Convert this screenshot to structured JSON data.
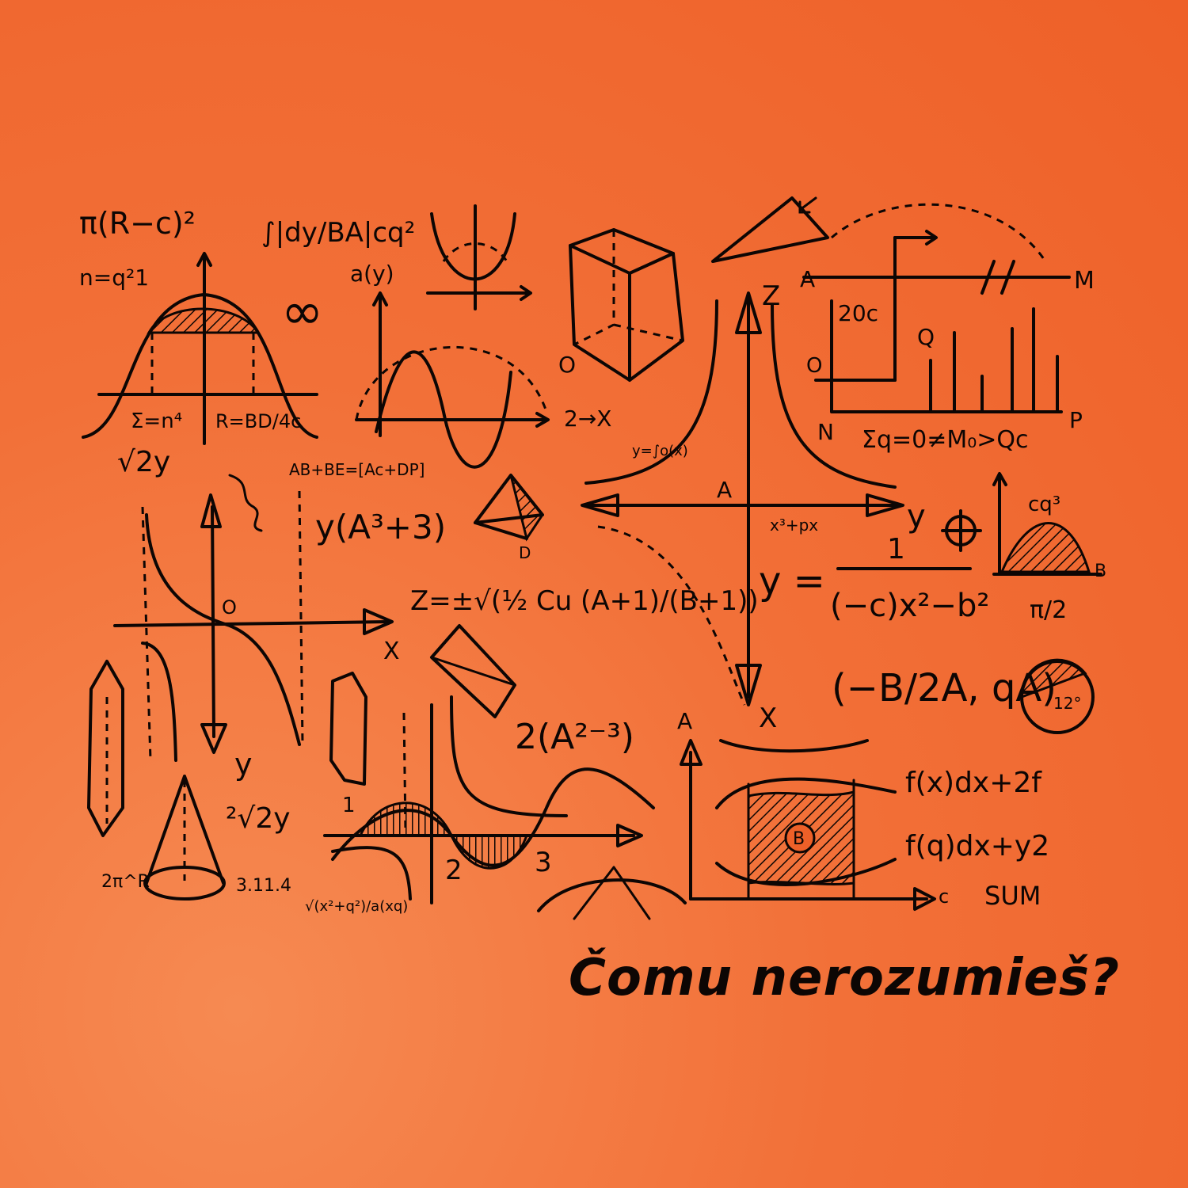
{
  "caption": "Čomu nerozumieš?",
  "colors": {
    "background": "#ee6028",
    "ink": "#0d0604"
  },
  "formulas": {
    "f1": "π(R−c)²",
    "f2": "∫|dy/BA|cq²",
    "f3": "n=q²1",
    "f4": "a(y)",
    "f5": "∞",
    "f6": "Σ=n⁴",
    "f7": "R=BD/4c",
    "f8": "√2y",
    "f9": "2→X",
    "f10": "y=∫o(x)",
    "f11": "AB+BE=[Ac+DP]",
    "f12": "y(A³+3)",
    "f13": "Z=±√(½ Cu (A+1)/(B+1))",
    "f14": "Σq=0≠M₀>Qc",
    "f15": "20c",
    "f16": "x³+px",
    "f17": "y =",
    "f18": "1",
    "f19": "(−c)x²−b²",
    "f20": "cq³",
    "f21": "π/2",
    "f22": "(−B/2A, qA)",
    "f23": "2(A²⁻³)",
    "f24": "f(x)dx+2f",
    "f25": "f(q)dx+y2",
    "f26": "SUM",
    "f27": "3.11.4",
    "f28": "2π^R",
    "f29": "²√2y",
    "f30": "√(x²+q²)/a(xq)",
    "f31": "12°"
  },
  "labels": {
    "a": "A",
    "m": "M",
    "n": "N",
    "p": "P",
    "o": "O",
    "q": "Q",
    "z": "Z",
    "x": "X",
    "y": "y",
    "b": "B",
    "c": "c",
    "d": "D",
    "one": "1",
    "two": "2",
    "three": "3"
  }
}
